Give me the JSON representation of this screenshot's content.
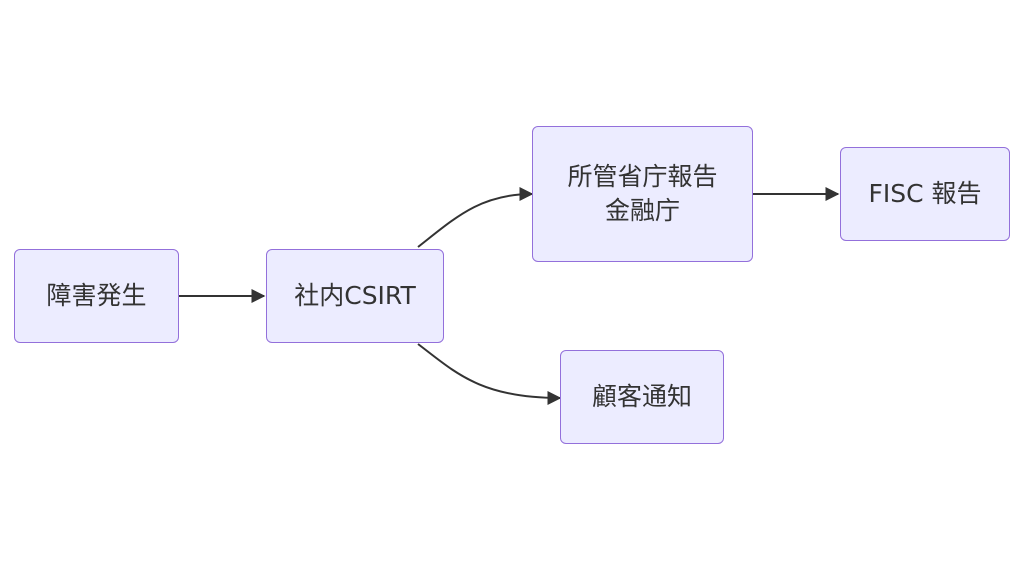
{
  "colors": {
    "node_fill": "#ececff",
    "node_border": "#9370db",
    "edge": "#333333",
    "text": "#333333"
  },
  "nodes": {
    "incident": {
      "label": "障害発生"
    },
    "csirt": {
      "label": "社内CSIRT"
    },
    "ministry": {
      "line1": "所管省庁報告",
      "line2": "金融庁"
    },
    "fisc": {
      "label": "FISC 報告"
    },
    "customer": {
      "label": "顧客通知"
    }
  },
  "edges": [
    {
      "from": "incident",
      "to": "csirt"
    },
    {
      "from": "csirt",
      "to": "ministry"
    },
    {
      "from": "csirt",
      "to": "customer"
    },
    {
      "from": "ministry",
      "to": "fisc"
    }
  ]
}
